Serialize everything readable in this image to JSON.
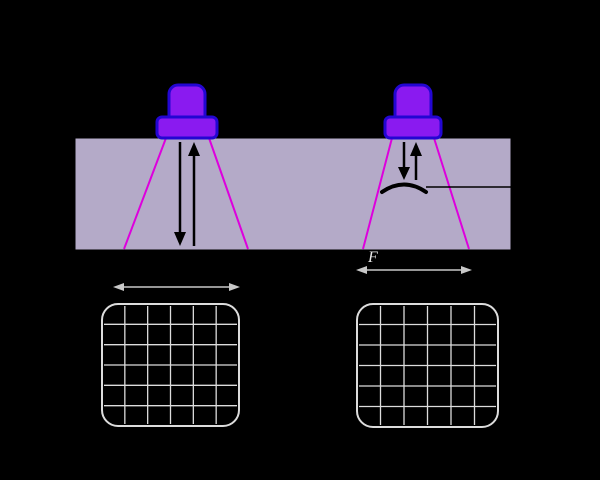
{
  "labels": {
    "flaw_span": "F"
  },
  "colors": {
    "background": "#000000",
    "material": "#b4aac8",
    "transducer_fill": "#8a1af0",
    "transducer_stroke": "#2306d2",
    "beam": "#dd00dd",
    "path_arrows": "#000000",
    "scope_grid": "#dcdcdc",
    "span_arrows": "#c8c8c8"
  },
  "scopes": {
    "columns": 6,
    "rows": 6
  }
}
